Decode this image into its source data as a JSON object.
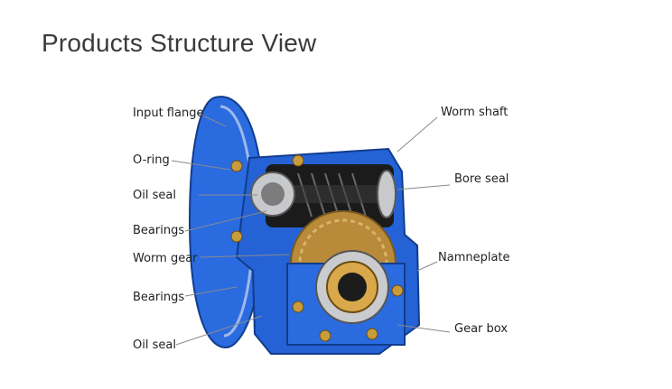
{
  "title": "Products Structure View",
  "labels_left": [
    "Input flange",
    "O-ring",
    "Oil seal",
    "Bearings",
    "Worm gear",
    "Bearings",
    "Oil seal"
  ],
  "labels_right": [
    "Worm shaft",
    "Bore seal",
    "Namneplate",
    "Gear box"
  ],
  "colors": {
    "housing_blue": "#1f5fd1",
    "housing_dark": "#123c8c",
    "bronze": "#b88a3a",
    "steel": "#b9bcc0",
    "leader_line": "#8a8a8a"
  }
}
